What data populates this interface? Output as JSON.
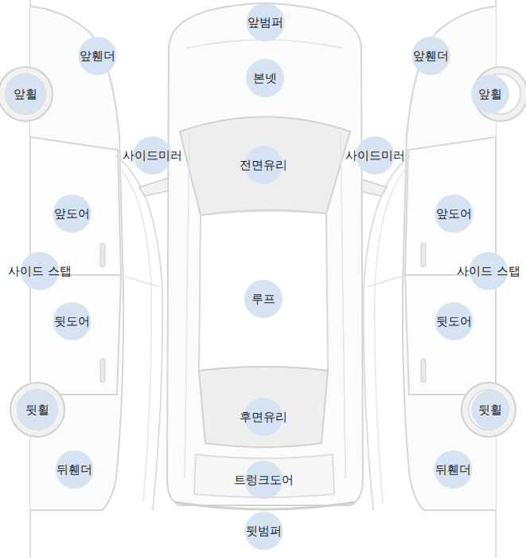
{
  "diagram": {
    "nodes": [
      {
        "text": [
          "앞범퍼"
        ]
      },
      {
        "text": [
          "앞휀더"
        ]
      },
      {
        "text": [
          "앞휀더"
        ]
      },
      {
        "text": [
          "본넷"
        ]
      },
      {
        "text": [
          "앞휠"
        ]
      },
      {
        "text": [
          "앞휠"
        ]
      },
      {
        "text": [
          "사이드미러"
        ]
      },
      {
        "text": [
          "전면유리"
        ]
      },
      {
        "text": [
          "사이드미러"
        ]
      },
      {
        "text": [
          "앞도어"
        ]
      },
      {
        "text": [
          "앞도어"
        ]
      },
      {
        "text": [
          "사이드 스탭"
        ]
      },
      {
        "text": [
          "루프"
        ]
      },
      {
        "text": [
          "사이드 스탭"
        ]
      },
      {
        "text": [
          "뒷도어"
        ]
      },
      {
        "text": [
          "뒷도어"
        ]
      },
      {
        "text": [
          "뒷휠"
        ]
      },
      {
        "text": [
          "후면유리"
        ]
      },
      {
        "text": [
          "뒷휠"
        ]
      },
      {
        "text": [
          "뒤휀더"
        ]
      },
      {
        "text": [
          "트렁크도어"
        ]
      },
      {
        "text": [
          "뒷범퍼"
        ]
      },
      {
        "text": [
          "뒤휀더"
        ]
      }
    ]
  }
}
